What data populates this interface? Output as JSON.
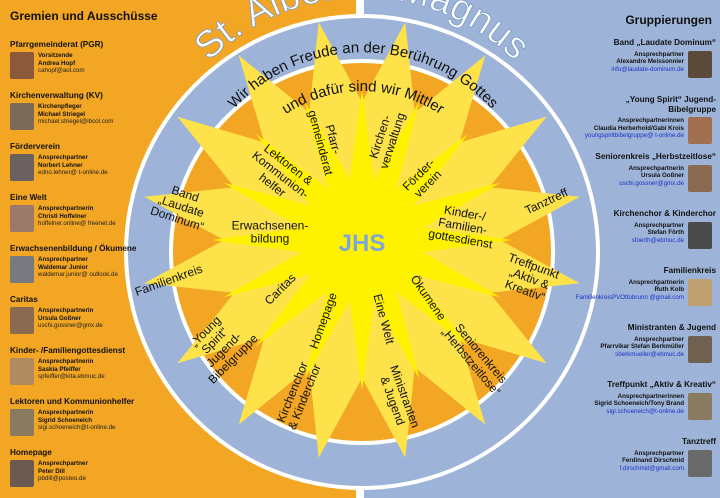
{
  "left": {
    "title": "Gremien und Ausschüsse",
    "sections": [
      {
        "heading": "Pfarrgemeinderat (PGR)",
        "role": "Vorsitzende",
        "name": "Andrea Hopf",
        "email": "cahopf@aol.com",
        "photo": "woman-photo",
        "color": "#8b5a3c"
      },
      {
        "heading": "Kirchenverwaltung (KV)",
        "role": "Kirchenpfleger",
        "name": "Michael Striegel",
        "email": "michael.striegel@ibcol.com",
        "photo": "man-photo",
        "color": "#7a6a5a"
      },
      {
        "heading": "Förderverein",
        "role": "Ansprechpartner",
        "name": "Norbert Lehner",
        "email": "edno.lehner@ t-online.de",
        "photo": "man-photo",
        "color": "#6b6060"
      },
      {
        "heading": "Eine Welt",
        "role": "Ansprechpartnerin",
        "name": "Christl Hoffelner",
        "email": "hoffelner.online@ freenet.de",
        "photo": "woman-photo",
        "color": "#9a7a6a"
      },
      {
        "heading": "Erwachsenenbildung / Ökumene",
        "role": "Ansprechpartner",
        "name": "Waldemar Junior",
        "email": "waldemar.junior@ outlook.de",
        "photo": "man-photo",
        "color": "#777a80"
      },
      {
        "heading": "Caritas",
        "role": "Ansprechpartnerin",
        "name": "Ursula Goßner",
        "email": "uschi.gossner@gmx.de",
        "photo": "woman-photo",
        "color": "#8a6a50"
      },
      {
        "heading": "Kinder- /Familiengottesdienst",
        "role": "Ansprechpartnerin",
        "name": "Saskia Pfeiffer",
        "email": "spfeiffer@kita.ebmuc.de",
        "photo": "woman-photo",
        "color": "#b08a60"
      },
      {
        "heading": "Lektoren und Kommunionhelfer",
        "role": "Ansprechpartnerin",
        "name": "Sigrid Schoeneich",
        "email": "sigi.schoeneich@t-online.de",
        "photo": "woman-photo",
        "color": "#8a7a60"
      },
      {
        "heading": "Homepage",
        "role": "Ansprechpartner",
        "name": "Peter Dill",
        "email": "pbdill@posteo.de",
        "photo": "man-photo",
        "color": "#6a5a50"
      }
    ]
  },
  "right": {
    "title": "Gruppierungen",
    "sections": [
      {
        "heading": "Band „Laudate Dominum“",
        "role": "Ansprechpartner",
        "name": "Alexandre Meissonnier",
        "email": "info@laudate-dominum.de",
        "photo": "man-photo",
        "color": "#5a4a3a"
      },
      {
        "heading": "„Young Spirit“ Jugend-Bibelgruppe",
        "role": "Ansprechpartnerinnen",
        "name": "Claudia Herberhold/Gabi Krois",
        "email": "youngspiritbibelgruppe@ t-online.de",
        "photo": "group-photo",
        "color": "#a07050"
      },
      {
        "heading": "Seniorenkreis „Herbstzeitlose“",
        "role": "Ansprechpartnerin",
        "name": "Ursula Goßner",
        "email": "uschi.gossner@gmx.de",
        "photo": "woman-photo",
        "color": "#8a6a50"
      },
      {
        "heading": "Kirchenchor & Kinderchor",
        "role": "Ansprechpartner",
        "name": "Stefan Förth",
        "email": "sfoerth@ebmuc.de",
        "photo": "man-photo",
        "color": "#4a4a4a"
      },
      {
        "heading": "Familienkreis",
        "role": "Ansprechpartnerin",
        "name": "Ruth Kolb",
        "email": "FamilienkreisPVOttobrunn @gmail.com",
        "photo": "woman-photo",
        "color": "#c0a070"
      },
      {
        "heading": "Ministranten & Jugend",
        "role": "Ansprechpartner",
        "name": "Pfarrvikar Stefan Berkmüller",
        "email": "sberkmueller@ebmuc.de",
        "photo": "man-photo",
        "color": "#706050"
      },
      {
        "heading": "Treffpunkt „Aktiv & Kreativ“",
        "role": "Ansprechpartnerinnen",
        "name": "Sigrid Schoeneich/Tony Brand",
        "email": "sigi.schoeneich@t-online.de",
        "photo": "group-photo",
        "color": "#8a7a60"
      },
      {
        "heading": "Tanztreff",
        "role": "Ansprechpartner",
        "name": "Ferdinand Dirschmid",
        "email": "f.dirschmid@gmail.com",
        "photo": "man-photo",
        "color": "#6a6a6a"
      }
    ]
  },
  "diagram": {
    "title": "St. Albertus Magnus",
    "subtitle_line1": "Wir haben Freude an der Berührung Gottes",
    "subtitle_line2": "und dafür sind wir Mittler",
    "center": "JHS",
    "inner_labels": {
      "pfarrgemeinderat": "Pfarr- gemeinderat",
      "kirchenverwaltung": "Kirchen- verwaltung",
      "foerderverein": "Förder- verein",
      "kinder_familien": "Kinder-/ Familien- gottesdienst",
      "oekumene": "Ökumene",
      "eine_welt": "Eine Welt",
      "homepage": "Homepage",
      "caritas": "Caritas",
      "erwachsenenbildung": "Erwachsenen- bildung",
      "lektoren": "Lektoren & Kommunion- helfer"
    },
    "outer_labels": {
      "tanztreff": "Tanztreff",
      "treffpunkt": "Treffpunkt „Aktiv & Kreativ“",
      "seniorenkreis": "Seniorenkreis „Herbstzeitlose“",
      "ministranten": "Ministranten & Jugend",
      "kirchenchor": "Kirchenchor & Kinderchor",
      "young_spirit": "„Young Spirit“ Jugend- Bibelgruppe",
      "familienkreis": "Familienkreis",
      "band": "Band „Laudate Dominum“"
    },
    "colors": {
      "orange": "#f2a623",
      "blue": "#9db4d8",
      "sun": "#fff200",
      "star": "#fde24a",
      "center_text": "#7fa6d6"
    }
  }
}
